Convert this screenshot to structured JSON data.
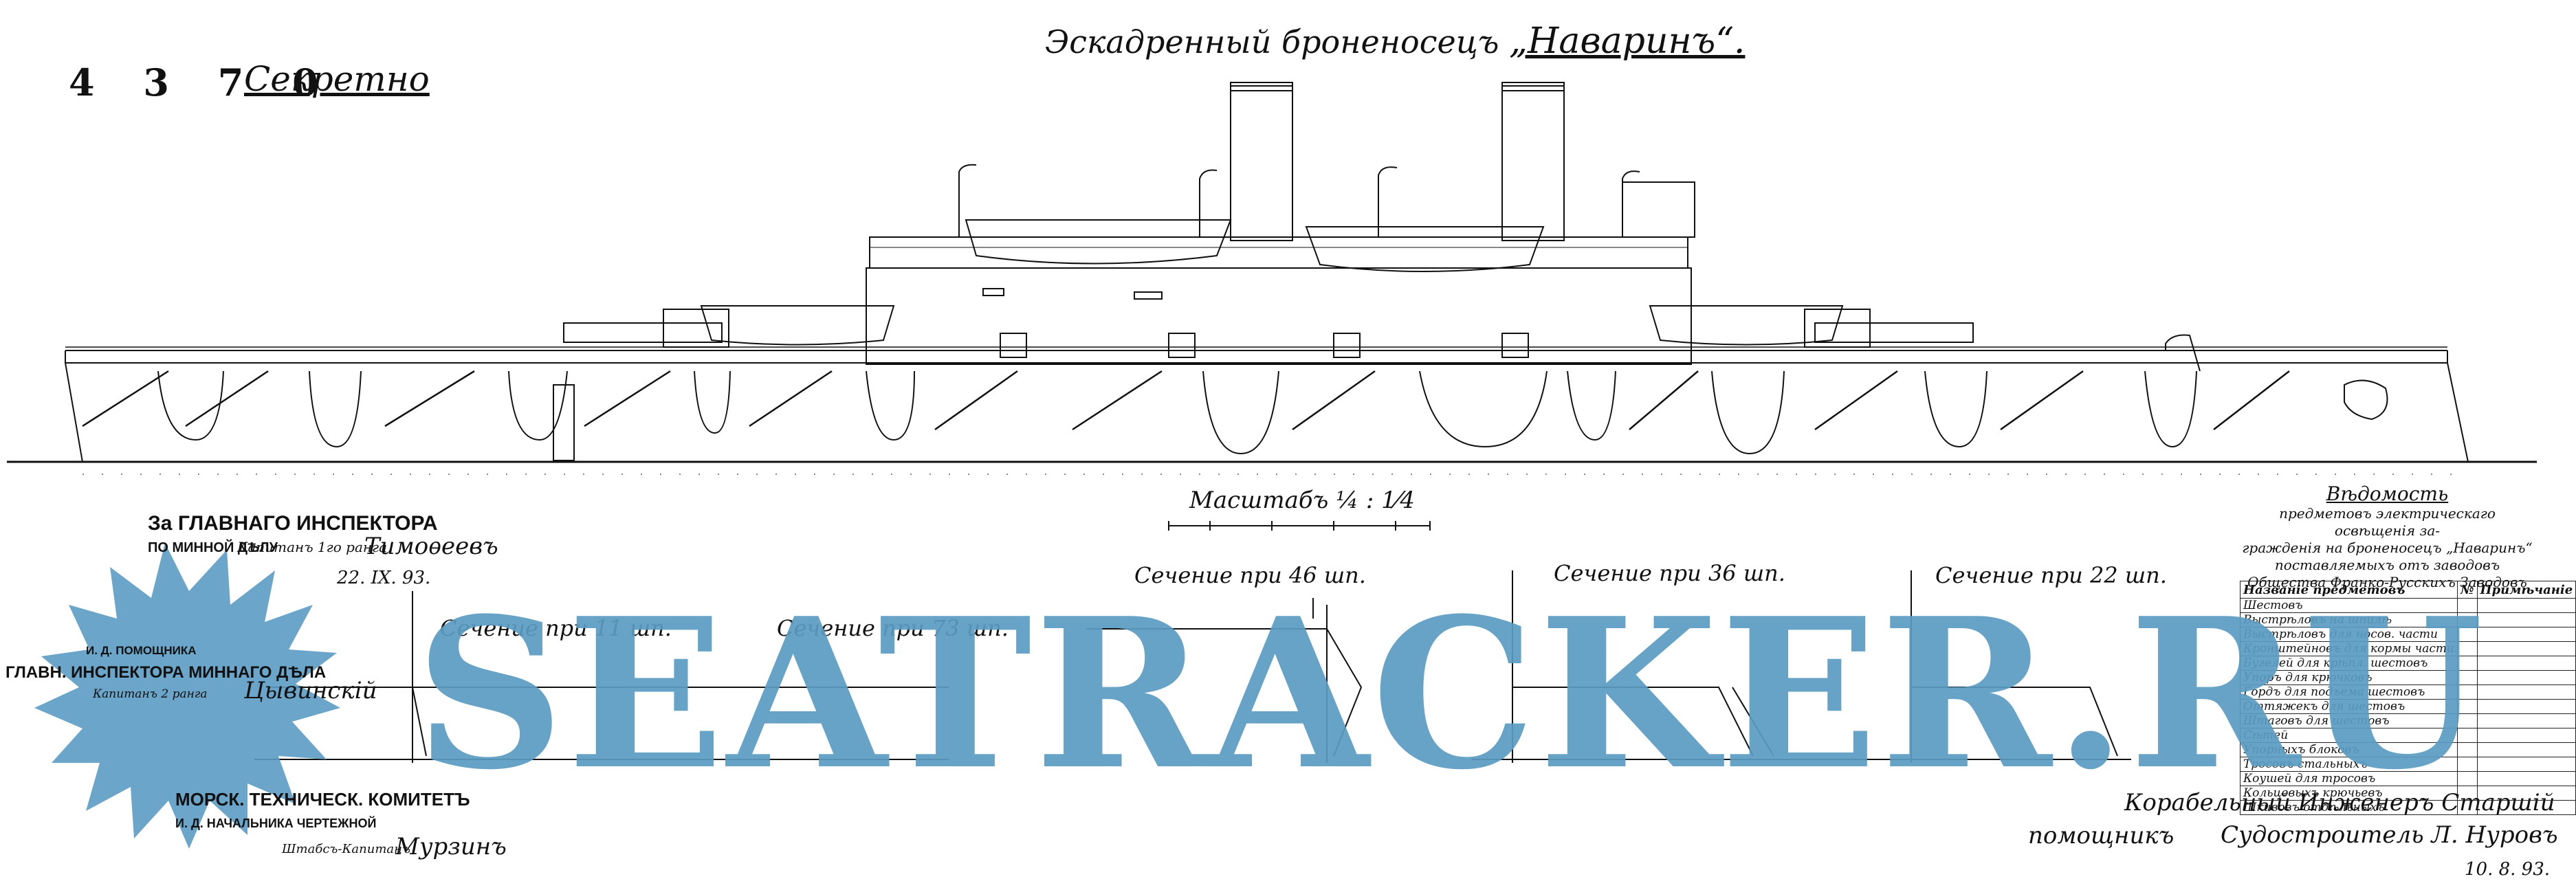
{
  "header": {
    "plate_number": "4 3 7 0",
    "secret_mark": "Секретно",
    "title_prefix": "Эскадренный броненосецъ",
    "ship_name": "„Наваринъ“."
  },
  "scale_label": "Масштабъ ¼ : 1⁄4",
  "sections": [
    {
      "label": "Сечение при 11 шп."
    },
    {
      "label": "Сечение при 73 шп."
    },
    {
      "label": "Сечение при 46 шп."
    },
    {
      "label": "Сечение при 36 шп."
    },
    {
      "label": "Сечение при 22 шп."
    }
  ],
  "approvals": {
    "inspector_title_1": "За ГЛАВНАГО ИНСПЕКТОРА",
    "inspector_title_2": "ПО МИННОЙ ДѢЛУ",
    "inspector_rank": "Капитанъ 1го ранга",
    "inspector_signature": "Тимоѳеевъ",
    "inspector_date": "22. IX. 93.",
    "assistant_title_1": "И. Д. ПОМОЩНИКА",
    "assistant_title_2": "ГЛАВН. ИНСПЕКТОРА МИННАГО ДѢЛА",
    "assistant_rank": "Капитанъ 2 ранга",
    "assistant_signature": "Цывинскій",
    "committee_1": "МОРСК. ТЕХНИЧЕСК. КОМИТЕТЪ",
    "committee_2": "И. Д. НАЧАЛЬНИКА ЧЕРТЕЖНОЙ",
    "committee_rank": "Штабсъ-Капитанъ",
    "committee_signature": "Мурзинъ"
  },
  "builder": {
    "line_1": "Корабельный Инженеръ Старшій",
    "line_2": "помощникъ",
    "line_3": "Судостроитель Л. Нуровъ",
    "date": "10. 8. 93."
  },
  "vedomost": {
    "title": "Вѣдомость",
    "desc_1": "предметовъ электрическаго освѣщенія за-",
    "desc_2": "гражденія на броненосецъ „Наваринъ“",
    "desc_3": "поставляемыхъ отъ заводовъ",
    "desc_4": "Общества Франко-Русскихъ Заводовъ",
    "col_name": "Названіе предметовъ",
    "col_qty": "№",
    "col_note": "Примѣчаніе",
    "rows": [
      {
        "name": "Шестовъ",
        "qty": "",
        "note": ""
      },
      {
        "name": "Выстрѣловъ на шпилѣ",
        "qty": "",
        "note": ""
      },
      {
        "name": "Выстрѣловъ для носов. части",
        "qty": "",
        "note": ""
      },
      {
        "name": "Кронштейновъ для кормы части",
        "qty": "",
        "note": ""
      },
      {
        "name": "Бугелей для крѣпл. шестовъ",
        "qty": "",
        "note": ""
      },
      {
        "name": "Упоръ для крючковъ",
        "qty": "",
        "note": ""
      },
      {
        "name": "Гордъ для подъема шестовъ",
        "qty": "",
        "note": ""
      },
      {
        "name": "Оттяжекъ для шестовъ",
        "qty": "",
        "note": ""
      },
      {
        "name": "Штаговъ для шестовъ",
        "qty": "",
        "note": ""
      },
      {
        "name": "Сѣтей",
        "qty": "",
        "note": ""
      },
      {
        "name": "Упорныхъ блоковъ",
        "qty": "",
        "note": ""
      },
      {
        "name": "Тросовъ стальныхъ",
        "qty": "",
        "note": ""
      },
      {
        "name": "Коушей для тросовъ",
        "qty": "",
        "note": ""
      },
      {
        "name": "Кольцевыхъ крючьевъ",
        "qty": "",
        "note": ""
      },
      {
        "name": "Шкивовъ отдѣльныхъ",
        "qty": "",
        "note": ""
      }
    ]
  },
  "watermark": "SEATRACKER.RU",
  "colors": {
    "ink": "#111111",
    "watermark": "#5b9bc3",
    "paper": "#ffffff"
  }
}
